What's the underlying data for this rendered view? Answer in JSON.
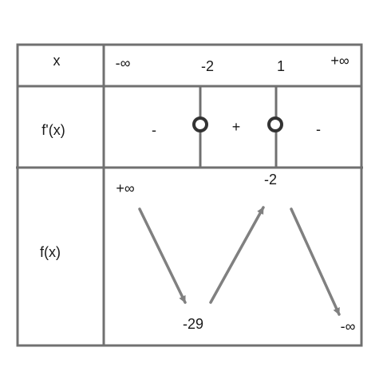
{
  "row_labels": {
    "x": "x",
    "derivative": "f'(x)",
    "function": "f(x)"
  },
  "x_values": [
    "-∞",
    "-2",
    "1",
    "+∞"
  ],
  "sign_row": {
    "signs": [
      "-",
      "+",
      "-"
    ],
    "zero_marker_at": [
      "-2",
      "1"
    ]
  },
  "variation_row": {
    "values": [
      "+∞",
      "-29",
      "-2",
      "-∞"
    ],
    "arrows": [
      "decreasing",
      "increasing",
      "decreasing"
    ]
  },
  "colors": {
    "grid": "#707070",
    "arrow": "#808080",
    "zero_marker": "#333333",
    "text": "#1a1a1a"
  }
}
